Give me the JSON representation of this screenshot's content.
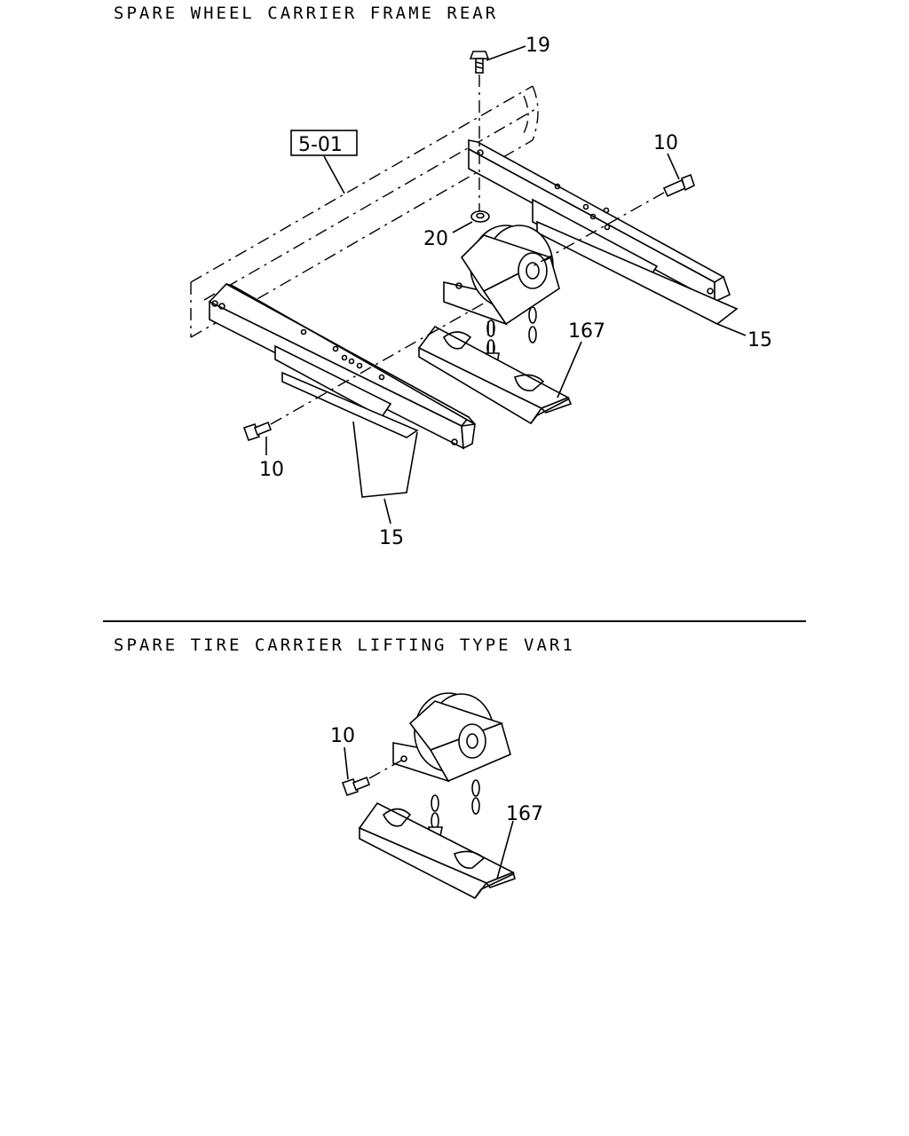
{
  "sections": [
    {
      "title": "SPARE WHEEL CARRIER FRAME REAR",
      "callouts": {
        "ref_box": "5-01",
        "bolt_top": "19",
        "bolt_right": "10",
        "washer": "20",
        "plate_right": "15",
        "carrier": "167",
        "bolt_left": "10",
        "plate_left": "15"
      }
    },
    {
      "title": "SPARE TIRE CARRIER LIFTING TYPE VAR1",
      "callouts": {
        "bolt": "10",
        "carrier": "167"
      }
    }
  ]
}
